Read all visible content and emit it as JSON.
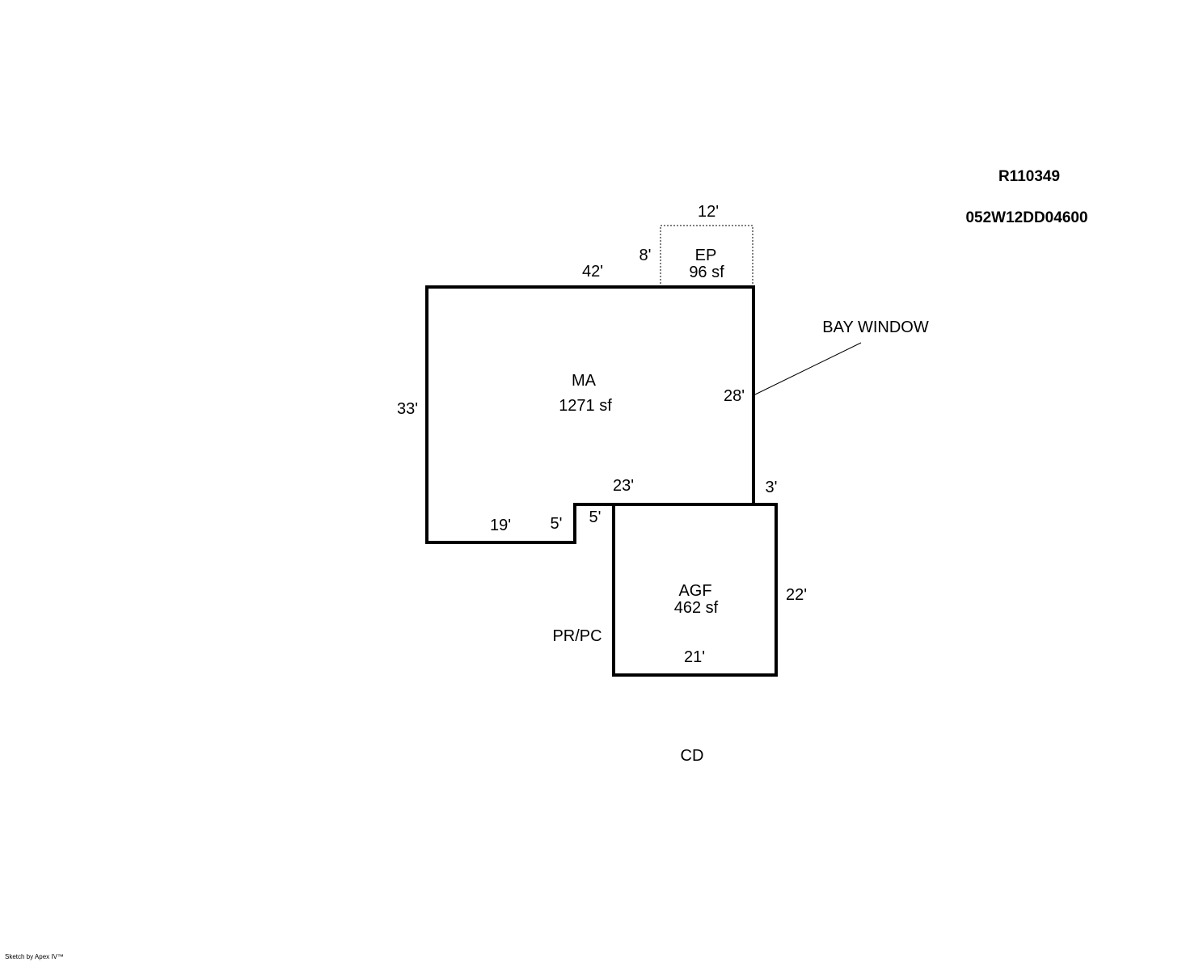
{
  "ids": {
    "account": "R110349",
    "map_tax_lot": "052W12DD04600"
  },
  "areas": {
    "main": {
      "label": "MA",
      "area": "1271 sf"
    },
    "porch": {
      "label": "EP",
      "area": "96 sf"
    },
    "garage": {
      "label": "AGF",
      "area": "462 sf"
    }
  },
  "dimensions": {
    "ma_top": "42'",
    "ma_left": "33'",
    "ma_right": "28'",
    "ma_bottom_left": "19'",
    "ma_step_a": "5'",
    "ma_step_b": "5'",
    "ma_bottom_right": "23'",
    "offset": "3'",
    "ep_width": "12'",
    "ep_depth": "8'",
    "agf_side": "22'",
    "agf_bottom": "21'"
  },
  "annotations": {
    "bay_window": "BAY WINDOW",
    "pr_pc": "PR/PC",
    "cd": "CD"
  },
  "credit": "Sketch by Apex IV™",
  "colors": {
    "line": "#000000",
    "background": "#ffffff"
  }
}
